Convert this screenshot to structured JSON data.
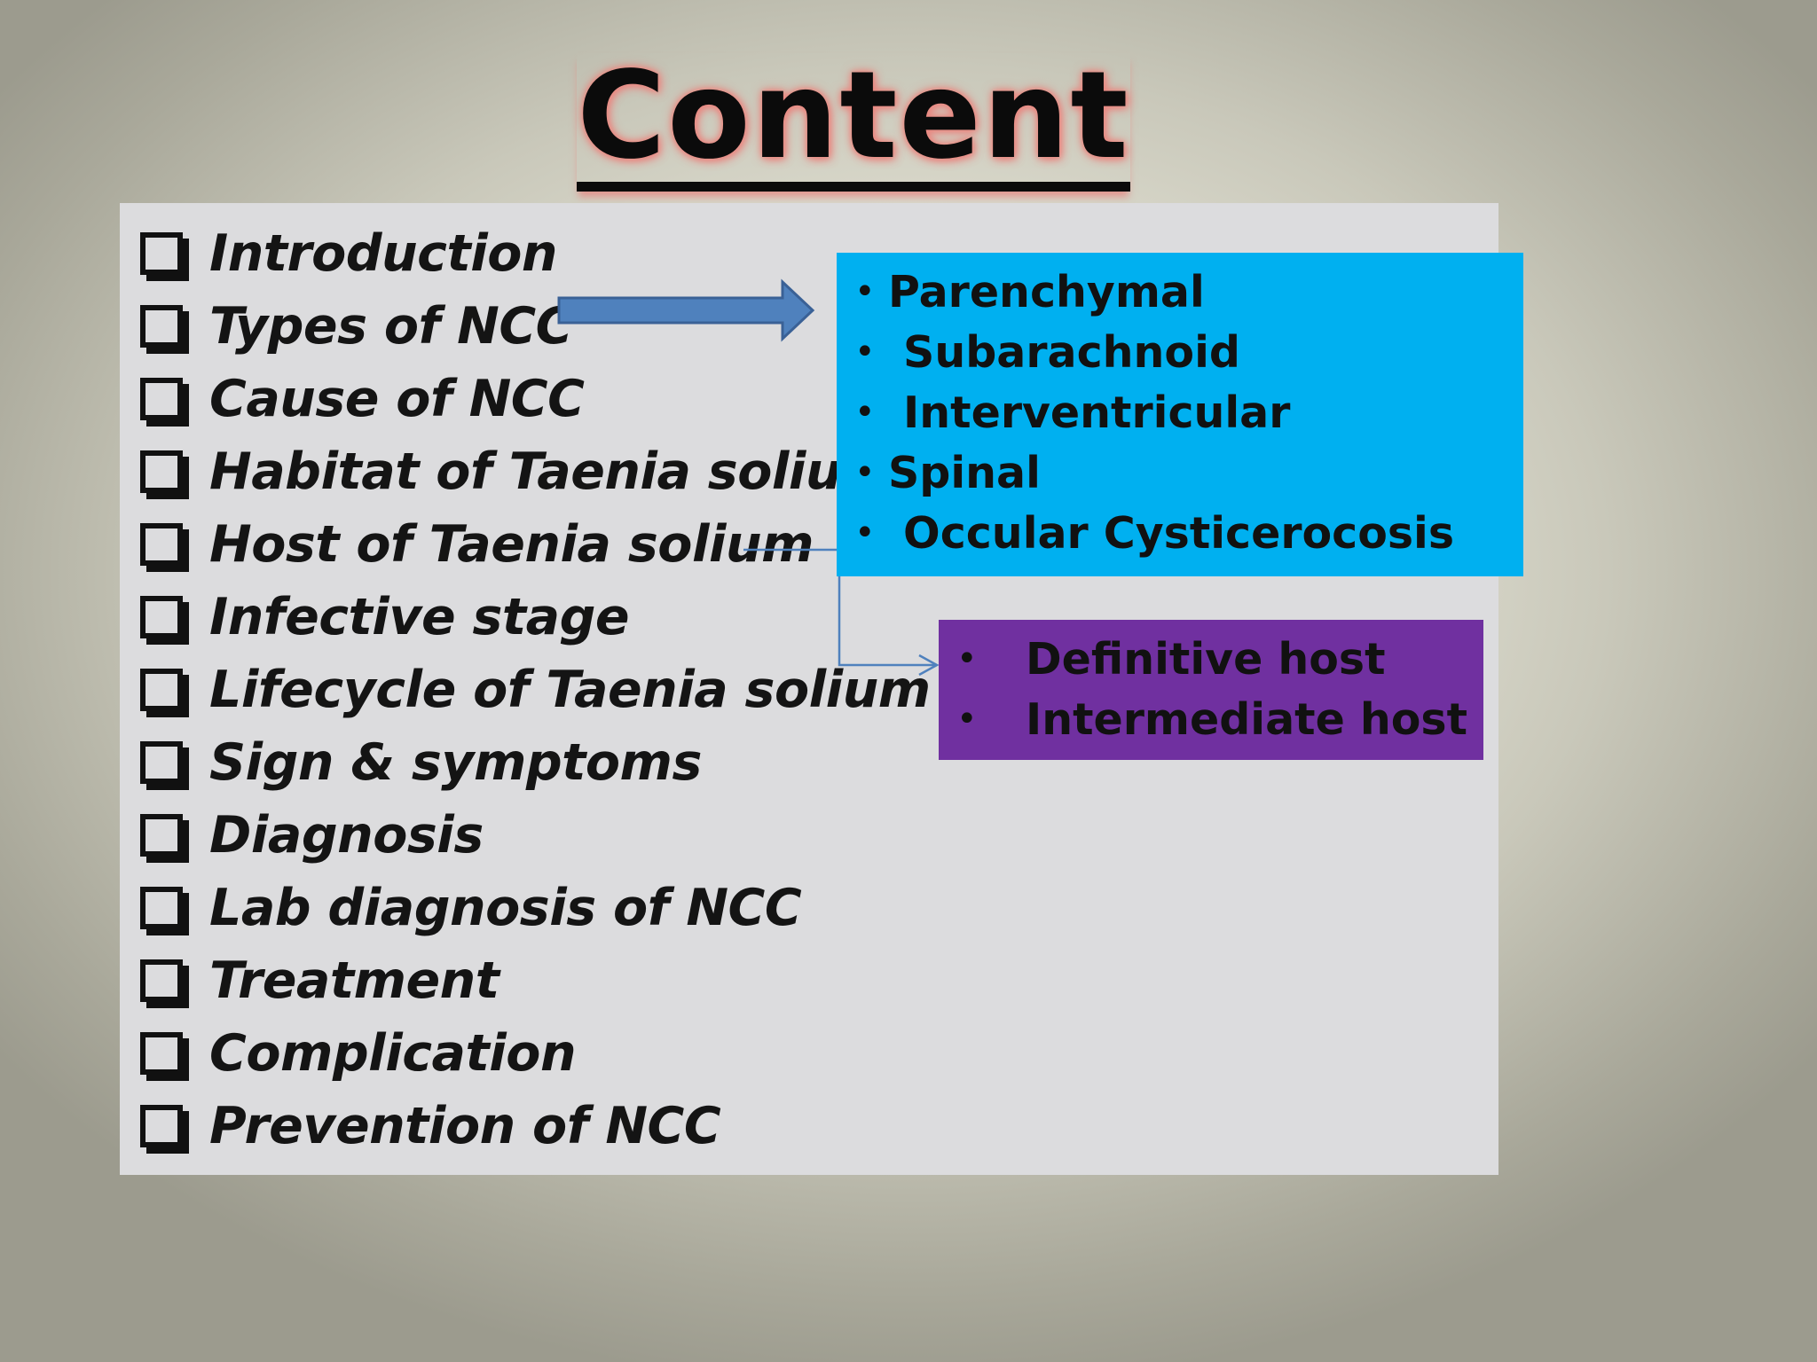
{
  "slide": {
    "title": "Content",
    "topics": [
      "Introduction",
      "Types of NCC",
      "Cause of NCC",
      "Habitat of Taenia solium",
      "Host of Taenia solium",
      "Infective stage",
      "Lifecycle of Taenia solium",
      "Sign & symptoms",
      "Diagnosis",
      "Lab diagnosis of NCC",
      "Treatment",
      "Complication",
      "Prevention of NCC"
    ],
    "types_box": {
      "items": [
        "Parenchymal",
        " Subarachnoid",
        " Interventricular",
        "Spinal",
        " Occular Cysticerocosis"
      ]
    },
    "host_box": {
      "items": [
        "Definitive host",
        "Intermediate host"
      ]
    }
  },
  "colors": {
    "types_box": "#00b0f0",
    "host_box": "#7030a0",
    "panel": "#dcdcde",
    "arrow_fill": "#4f81bd",
    "arrow_stroke": "#3a6196",
    "connector": "#4f81bd"
  },
  "icons": {
    "checkbox": "checkbox-square-icon",
    "arrow": "right-block-arrow-icon",
    "bullet": "bullet-dot"
  }
}
